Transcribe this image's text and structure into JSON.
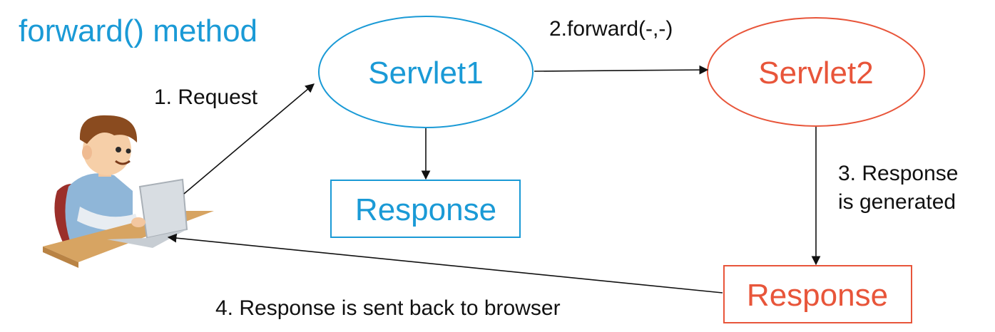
{
  "title": "forward() method",
  "nodes": {
    "servlet1": "Servlet1",
    "servlet2": "Servlet2",
    "response1": "Response",
    "response2": "Response"
  },
  "edges": {
    "request": "1. Request",
    "forward": "2.forward(-,-)",
    "generated_line1": "3. Response",
    "generated_line2": "is generated",
    "sent_back": "4. Response is sent back to browser"
  },
  "colors": {
    "blue": "#1a9ad6",
    "red": "#e8553a",
    "text": "#111111"
  },
  "icons": {
    "user": "person-at-laptop-icon"
  }
}
